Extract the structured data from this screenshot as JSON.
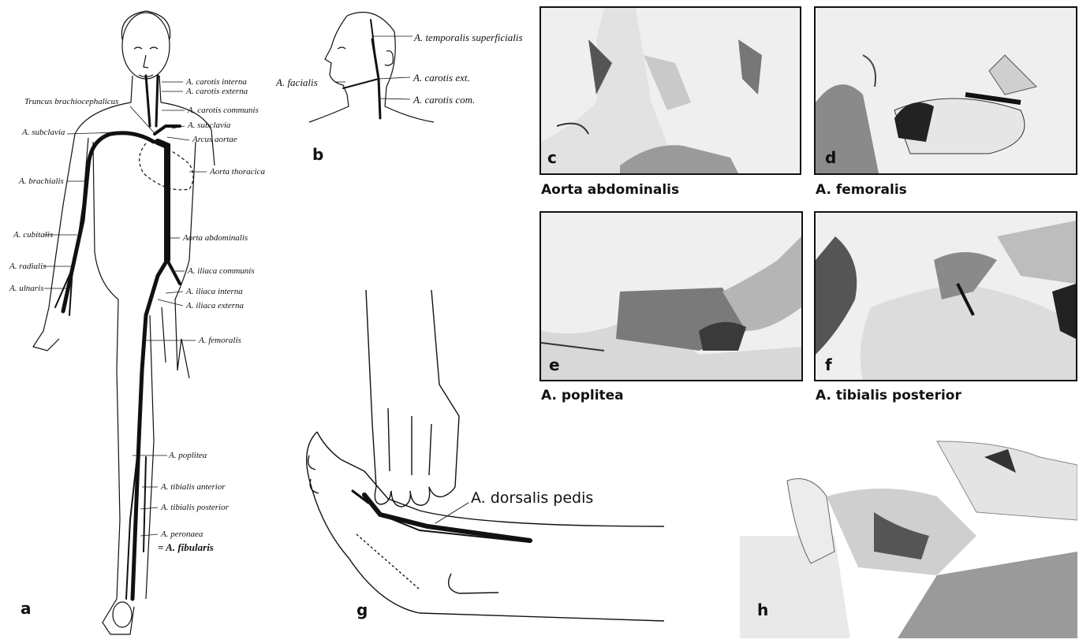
{
  "panel_a": {
    "letter": "a",
    "labels": {
      "carotis_interna": "A. carotis interna",
      "carotis_externa": "A. carotis externa",
      "truncus": "Truncus brachiocephalicus",
      "carotis_communis": "A. carotis communis",
      "subclavia_right": "A. subclavia",
      "subclavia_left": "A. subclavia",
      "arcus_aortae": "Arcus aortae",
      "aorta_thoracica": "Aorta thoracica",
      "brachialis": "A. brachialis",
      "aorta_abdominalis": "Aorta abdominalis",
      "cubitalis": "A. cubitalis",
      "radialis": "A. radialis",
      "iliaca_communis": "A. iliaca communis",
      "ulnaris": "A. ulnaris",
      "iliaca_interna": "A. iliaca interna",
      "iliaca_externa": "A. iliaca externa",
      "femoralis": "A. femoralis",
      "poplitea": "A. poplitea",
      "tibialis_anterior": "A. tibialis anterior",
      "tibialis_posterior": "A. tibialis posterior",
      "peronaea": "A. peronaea",
      "fibularis": "= A. fibularis"
    }
  },
  "panel_b": {
    "letter": "b",
    "labels": {
      "temporalis": "A. temporalis superficialis",
      "facialis": "A. facialis",
      "carotis_ext": "A. carotis ext.",
      "carotis_com": "A. carotis com."
    }
  },
  "photos": [
    {
      "letter": "c",
      "caption": "Aorta abdominalis"
    },
    {
      "letter": "d",
      "caption": "A. femoralis"
    },
    {
      "letter": "e",
      "caption": "A. poplitea"
    },
    {
      "letter": "f",
      "caption": "A. tibialis posterior"
    },
    {
      "letter": "h",
      "caption": ""
    }
  ],
  "panel_g": {
    "letter": "g",
    "label": "A. dorsalis pedis"
  }
}
